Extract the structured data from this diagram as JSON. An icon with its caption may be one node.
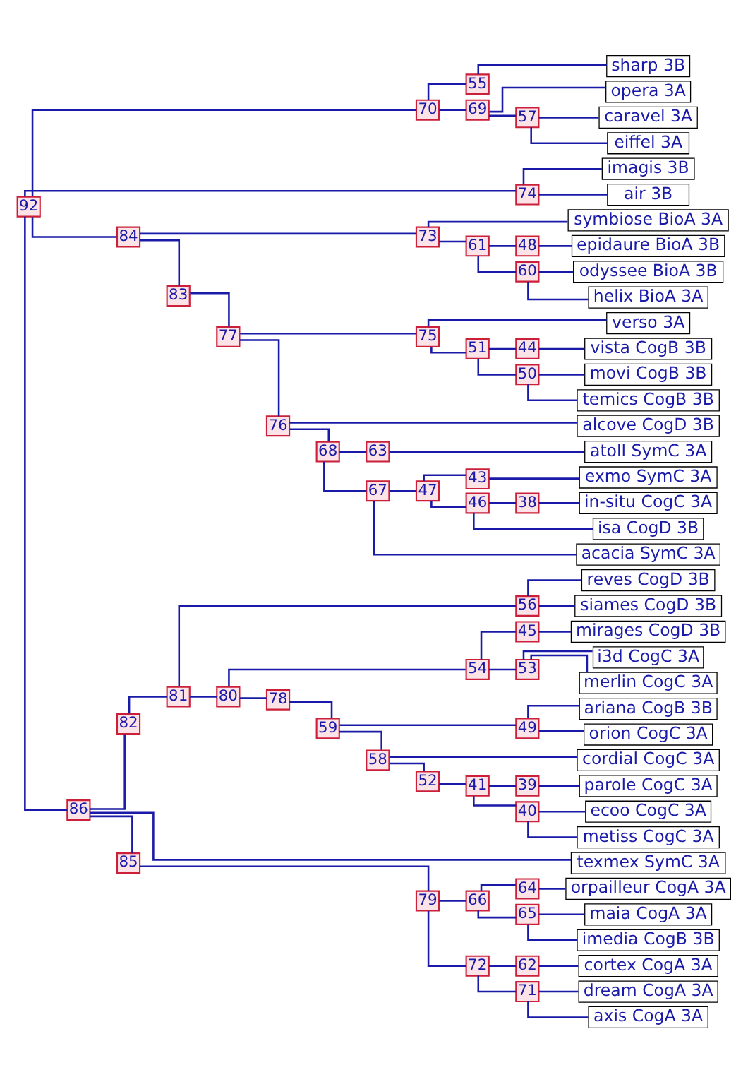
{
  "diagram": {
    "nodes": [
      {
        "text": [
          "92"
        ]
      },
      {
        "text": [
          "70"
        ]
      },
      {
        "text": [
          "55"
        ]
      },
      {
        "text": [
          "sharp 3B"
        ]
      },
      {
        "text": [
          "69"
        ]
      },
      {
        "text": [
          "opera 3A"
        ]
      },
      {
        "text": [
          "57"
        ]
      },
      {
        "text": [
          "caravel 3A"
        ]
      },
      {
        "text": [
          "eiffel 3A"
        ]
      },
      {
        "text": [
          "74"
        ]
      },
      {
        "text": [
          "imagis 3B"
        ]
      },
      {
        "text": [
          "air 3B"
        ]
      },
      {
        "text": [
          "84"
        ]
      },
      {
        "text": [
          "73"
        ]
      },
      {
        "text": [
          "symbiose BioA 3A"
        ]
      },
      {
        "text": [
          "61"
        ]
      },
      {
        "text": [
          "48"
        ]
      },
      {
        "text": [
          "epidaure BioA 3B"
        ]
      },
      {
        "text": [
          "60"
        ]
      },
      {
        "text": [
          "odyssee BioA 3B"
        ]
      },
      {
        "text": [
          "helix BioA 3A"
        ]
      },
      {
        "text": [
          "83"
        ]
      },
      {
        "text": [
          "77"
        ]
      },
      {
        "text": [
          "75"
        ]
      },
      {
        "text": [
          "verso 3A"
        ]
      },
      {
        "text": [
          "51"
        ]
      },
      {
        "text": [
          "44"
        ]
      },
      {
        "text": [
          "vista CogB 3B"
        ]
      },
      {
        "text": [
          "50"
        ]
      },
      {
        "text": [
          "movi CogB 3B"
        ]
      },
      {
        "text": [
          "temics CogB 3B"
        ]
      },
      {
        "text": [
          "76"
        ]
      },
      {
        "text": [
          "alcove CogD 3B"
        ]
      },
      {
        "text": [
          "68"
        ]
      },
      {
        "text": [
          "63"
        ]
      },
      {
        "text": [
          "atoll SymC 3A"
        ]
      },
      {
        "text": [
          "67"
        ]
      },
      {
        "text": [
          "47"
        ]
      },
      {
        "text": [
          "43"
        ]
      },
      {
        "text": [
          "exmo SymC 3A"
        ]
      },
      {
        "text": [
          "46"
        ]
      },
      {
        "text": [
          "38"
        ]
      },
      {
        "text": [
          "in-situ CogC 3A"
        ]
      },
      {
        "text": [
          "isa CogD 3B"
        ]
      },
      {
        "text": [
          "acacia SymC 3A"
        ]
      },
      {
        "text": [
          "86"
        ]
      },
      {
        "text": [
          "82"
        ]
      },
      {
        "text": [
          "81"
        ]
      },
      {
        "text": [
          "56"
        ]
      },
      {
        "text": [
          "reves CogD 3B"
        ]
      },
      {
        "text": [
          "siames CogD 3B"
        ]
      },
      {
        "text": [
          "80"
        ]
      },
      {
        "text": [
          "54"
        ]
      },
      {
        "text": [
          "45"
        ]
      },
      {
        "text": [
          "mirages CogD 3B"
        ]
      },
      {
        "text": [
          "53"
        ]
      },
      {
        "text": [
          "i3d CogC 3A"
        ]
      },
      {
        "text": [
          "merlin CogC 3A"
        ]
      },
      {
        "text": [
          "78"
        ]
      },
      {
        "text": [
          "59"
        ]
      },
      {
        "text": [
          "49"
        ]
      },
      {
        "text": [
          "ariana CogB 3B"
        ]
      },
      {
        "text": [
          "orion CogC 3A"
        ]
      },
      {
        "text": [
          "58"
        ]
      },
      {
        "text": [
          "cordial CogC 3A"
        ]
      },
      {
        "text": [
          "52"
        ]
      },
      {
        "text": [
          "41"
        ]
      },
      {
        "text": [
          "39"
        ]
      },
      {
        "text": [
          "parole CogC 3A"
        ]
      },
      {
        "text": [
          "40"
        ]
      },
      {
        "text": [
          "ecoo CogC 3A"
        ]
      },
      {
        "text": [
          "metiss CogC 3A"
        ]
      },
      {
        "text": [
          "texmex SymC 3A"
        ]
      },
      {
        "text": [
          "85"
        ]
      },
      {
        "text": [
          "79"
        ]
      },
      {
        "text": [
          "66"
        ]
      },
      {
        "text": [
          "64"
        ]
      },
      {
        "text": [
          "orpailleur CogA 3A"
        ]
      },
      {
        "text": [
          "65"
        ]
      },
      {
        "text": [
          "maia CogA 3A"
        ]
      },
      {
        "text": [
          "imedia CogB 3B"
        ]
      },
      {
        "text": [
          "72"
        ]
      },
      {
        "text": [
          "62"
        ]
      },
      {
        "text": [
          "cortex CogA 3A"
        ]
      },
      {
        "text": [
          "71"
        ]
      },
      {
        "text": [
          "dream CogA 3A"
        ]
      },
      {
        "text": [
          "axis CogA 3A"
        ]
      }
    ],
    "edges": [
      {
        "from": 0,
        "to": 1,
        "arrow": "none"
      },
      {
        "from": 0,
        "to": 9,
        "arrow": "none"
      },
      {
        "from": 0,
        "to": 12,
        "arrow": "none"
      },
      {
        "from": 0,
        "to": 45,
        "arrow": "none"
      },
      {
        "from": 1,
        "to": 2,
        "arrow": "none"
      },
      {
        "from": 2,
        "to": 3,
        "arrow": "none"
      },
      {
        "from": 1,
        "to": 4,
        "arrow": "none"
      },
      {
        "from": 4,
        "to": 5,
        "arrow": "none"
      },
      {
        "from": 4,
        "to": 6,
        "arrow": "none"
      },
      {
        "from": 6,
        "to": 7,
        "arrow": "none"
      },
      {
        "from": 6,
        "to": 8,
        "arrow": "none"
      },
      {
        "from": 9,
        "to": 10,
        "arrow": "none"
      },
      {
        "from": 9,
        "to": 11,
        "arrow": "none"
      },
      {
        "from": 12,
        "to": 13,
        "arrow": "none"
      },
      {
        "from": 13,
        "to": 14,
        "arrow": "none"
      },
      {
        "from": 13,
        "to": 15,
        "arrow": "none"
      },
      {
        "from": 15,
        "to": 16,
        "arrow": "none"
      },
      {
        "from": 16,
        "to": 17,
        "arrow": "none"
      },
      {
        "from": 15,
        "to": 18,
        "arrow": "none"
      },
      {
        "from": 18,
        "to": 19,
        "arrow": "none"
      },
      {
        "from": 18,
        "to": 20,
        "arrow": "none"
      },
      {
        "from": 12,
        "to": 21,
        "arrow": "none"
      },
      {
        "from": 21,
        "to": 22,
        "arrow": "none"
      },
      {
        "from": 22,
        "to": 23,
        "arrow": "none"
      },
      {
        "from": 23,
        "to": 24,
        "arrow": "none"
      },
      {
        "from": 23,
        "to": 25,
        "arrow": "none"
      },
      {
        "from": 25,
        "to": 26,
        "arrow": "none"
      },
      {
        "from": 26,
        "to": 27,
        "arrow": "none"
      },
      {
        "from": 25,
        "to": 28,
        "arrow": "none"
      },
      {
        "from": 28,
        "to": 29,
        "arrow": "none"
      },
      {
        "from": 28,
        "to": 30,
        "arrow": "none"
      },
      {
        "from": 22,
        "to": 31,
        "arrow": "none"
      },
      {
        "from": 31,
        "to": 32,
        "arrow": "none"
      },
      {
        "from": 31,
        "to": 33,
        "arrow": "none"
      },
      {
        "from": 33,
        "to": 34,
        "arrow": "none"
      },
      {
        "from": 34,
        "to": 35,
        "arrow": "none"
      },
      {
        "from": 33,
        "to": 36,
        "arrow": "none"
      },
      {
        "from": 36,
        "to": 37,
        "arrow": "none"
      },
      {
        "from": 37,
        "to": 38,
        "arrow": "none"
      },
      {
        "from": 38,
        "to": 39,
        "arrow": "none"
      },
      {
        "from": 37,
        "to": 40,
        "arrow": "none"
      },
      {
        "from": 40,
        "to": 41,
        "arrow": "none"
      },
      {
        "from": 41,
        "to": 42,
        "arrow": "none"
      },
      {
        "from": 40,
        "to": 43,
        "arrow": "none"
      },
      {
        "from": 36,
        "to": 44,
        "arrow": "none"
      },
      {
        "from": 45,
        "to": 46,
        "arrow": "none"
      },
      {
        "from": 46,
        "to": 47,
        "arrow": "none"
      },
      {
        "from": 47,
        "to": 48,
        "arrow": "none"
      },
      {
        "from": 48,
        "to": 49,
        "arrow": "none"
      },
      {
        "from": 48,
        "to": 50,
        "arrow": "none"
      },
      {
        "from": 47,
        "to": 51,
        "arrow": "none"
      },
      {
        "from": 51,
        "to": 52,
        "arrow": "none"
      },
      {
        "from": 52,
        "to": 53,
        "arrow": "none"
      },
      {
        "from": 53,
        "to": 54,
        "arrow": "none"
      },
      {
        "from": 52,
        "to": 55,
        "arrow": "none"
      },
      {
        "from": 55,
        "to": 56,
        "arrow": "none"
      },
      {
        "from": 55,
        "to": 57,
        "arrow": "none"
      },
      {
        "from": 51,
        "to": 58,
        "arrow": "none"
      },
      {
        "from": 58,
        "to": 59,
        "arrow": "none"
      },
      {
        "from": 59,
        "to": 60,
        "arrow": "none"
      },
      {
        "from": 60,
        "to": 61,
        "arrow": "none"
      },
      {
        "from": 60,
        "to": 62,
        "arrow": "none"
      },
      {
        "from": 59,
        "to": 63,
        "arrow": "none"
      },
      {
        "from": 63,
        "to": 64,
        "arrow": "none"
      },
      {
        "from": 63,
        "to": 65,
        "arrow": "none"
      },
      {
        "from": 65,
        "to": 66,
        "arrow": "none"
      },
      {
        "from": 66,
        "to": 67,
        "arrow": "none"
      },
      {
        "from": 67,
        "to": 68,
        "arrow": "none"
      },
      {
        "from": 66,
        "to": 69,
        "arrow": "none"
      },
      {
        "from": 69,
        "to": 70,
        "arrow": "none"
      },
      {
        "from": 69,
        "to": 71,
        "arrow": "none"
      },
      {
        "from": 45,
        "to": 72,
        "arrow": "none"
      },
      {
        "from": 45,
        "to": 73,
        "arrow": "none"
      },
      {
        "from": 73,
        "to": 74,
        "arrow": "none"
      },
      {
        "from": 74,
        "to": 75,
        "arrow": "none"
      },
      {
        "from": 75,
        "to": 76,
        "arrow": "none"
      },
      {
        "from": 76,
        "to": 77,
        "arrow": "none"
      },
      {
        "from": 75,
        "to": 78,
        "arrow": "none"
      },
      {
        "from": 78,
        "to": 79,
        "arrow": "none"
      },
      {
        "from": 78,
        "to": 80,
        "arrow": "none"
      },
      {
        "from": 74,
        "to": 81,
        "arrow": "none"
      },
      {
        "from": 81,
        "to": 82,
        "arrow": "none"
      },
      {
        "from": 82,
        "to": 83,
        "arrow": "none"
      },
      {
        "from": 81,
        "to": 84,
        "arrow": "none"
      },
      {
        "from": 84,
        "to": 85,
        "arrow": "none"
      },
      {
        "from": 84,
        "to": 86,
        "arrow": "none"
      }
    ]
  }
}
